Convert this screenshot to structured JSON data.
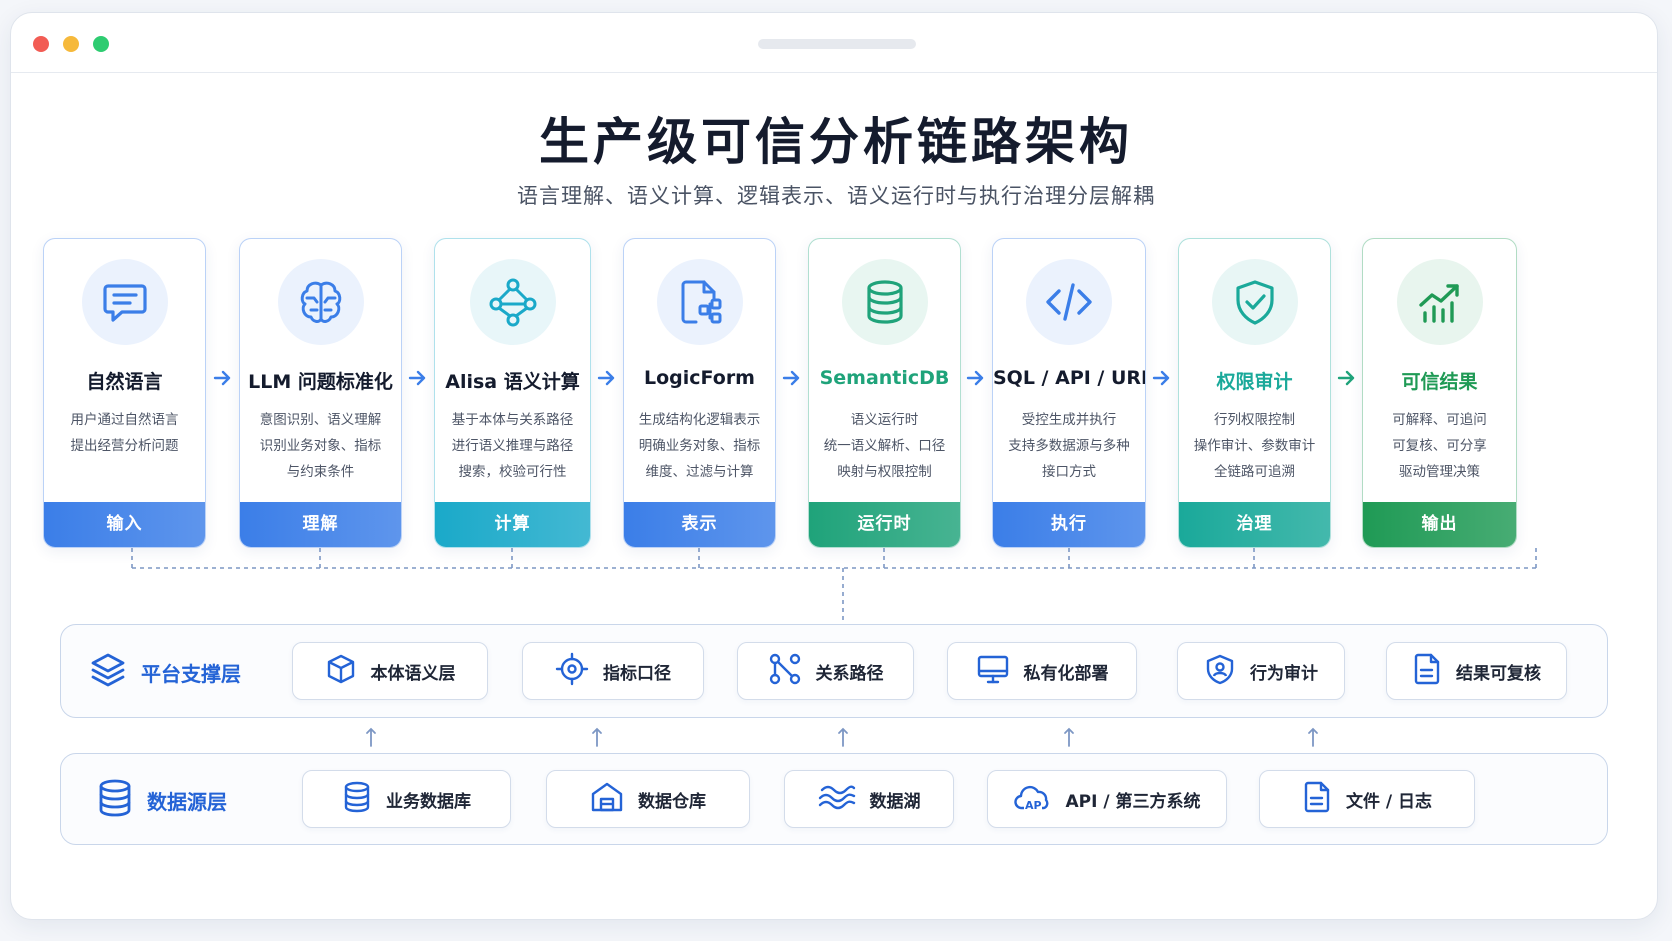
{
  "header": {
    "title": "生产级可信分析链路架构",
    "subtitle": "语言理解、语义计算、逻辑表示、语义运行时与执行治理分层解耦"
  },
  "pipeline": [
    {
      "icon": "chat-bubble-icon",
      "title": "自然语言",
      "desc": [
        "用户通过自然语言",
        "提出经营分析问题"
      ],
      "stage": "输入",
      "color": "#3b7ee8"
    },
    {
      "icon": "brain-icon",
      "title": "LLM 问题标准化",
      "desc": [
        "意图识别、语义理解",
        "识别业务对象、指标",
        "与约束条件"
      ],
      "stage": "理解",
      "color": "#3b7ee8"
    },
    {
      "icon": "graph-nodes-icon",
      "title": "Alisa 语义计算",
      "desc": [
        "基于本体与关系路径",
        "进行语义推理与路径",
        "搜索，校验可行性"
      ],
      "stage": "计算",
      "color": "#1aa9c9"
    },
    {
      "icon": "document-flow-icon",
      "title": "LogicForm",
      "desc": [
        "生成结构化逻辑表示",
        "明确业务对象、指标",
        "维度、过滤与计算"
      ],
      "stage": "表示",
      "color": "#3b7ee8"
    },
    {
      "icon": "database-icon",
      "title": "SemanticDB",
      "desc": [
        "语义运行时",
        "统一语义解析、口径",
        "映射与权限控制"
      ],
      "stage": "运行时",
      "color": "#1fa37a"
    },
    {
      "icon": "code-icon",
      "title": "SQL / API / URL",
      "desc": [
        "受控生成并执行",
        "支持多数据源与多种",
        "接口方式"
      ],
      "stage": "执行",
      "color": "#3b7ee8"
    },
    {
      "icon": "shield-check-icon",
      "title": "权限审计",
      "desc": [
        "行列权限控制",
        "操作审计、参数审计",
        "全链路可追溯"
      ],
      "stage": "治理",
      "color": "#1aa99a"
    },
    {
      "icon": "growth-chart-icon",
      "title": "可信结果",
      "desc": [
        "可解释、可追问",
        "可复核、可分享",
        "驱动管理决策"
      ],
      "stage": "输出",
      "color": "#1f9a55"
    }
  ],
  "platform_layer": {
    "label": "平台支撑层",
    "icon": "layers-icon",
    "items": [
      {
        "label": "本体语义层",
        "icon": "cube-icon"
      },
      {
        "label": "指标口径",
        "icon": "target-icon"
      },
      {
        "label": "关系路径",
        "icon": "branch-path-icon"
      },
      {
        "label": "私有化部署",
        "icon": "monitor-icon"
      },
      {
        "label": "行为审计",
        "icon": "user-shield-icon"
      },
      {
        "label": "结果可复核",
        "icon": "file-check-icon"
      }
    ]
  },
  "data_layer": {
    "label": "数据源层",
    "icon": "database-icon",
    "items": [
      {
        "label": "业务数据库",
        "icon": "database-icon"
      },
      {
        "label": "数据仓库",
        "icon": "warehouse-icon"
      },
      {
        "label": "数据湖",
        "icon": "lake-waves-icon"
      },
      {
        "label": "API / 第三方系统",
        "icon": "cloud-api-icon",
        "icon_text": "AP"
      },
      {
        "label": "文件 / 日志",
        "icon": "file-text-icon"
      }
    ]
  }
}
